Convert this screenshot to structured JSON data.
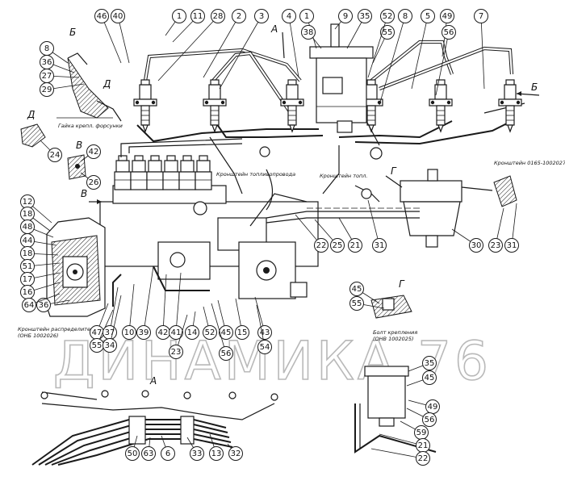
{
  "watermark": "ДИНАМИКА 76",
  "section_letters": {
    "a_top": "А",
    "b_left": "Б",
    "d_left": "Д",
    "d_mid": "Д",
    "v_mid": "В",
    "v_left": "В",
    "b_right": "Б",
    "g_mid": "Г",
    "g_lower": "Г",
    "a_bottom": "А"
  },
  "notes": {
    "bracket_fuel": "Кронштейн топливопровода",
    "bracket_nozzle": "Кронштейн топл.",
    "bracket_top_right": "Кронштейн 0165-1002027",
    "mount_bolt": "Болт крепления",
    "mount_bolt_code": "(ОНВ 1002025)",
    "bracket_bottom_left": "Кронштейн распределителя",
    "bracket_bottom_left_code": "(ОНБ 1002026)",
    "nozzle_clamp": "Гайка крепл. форсунки"
  },
  "callouts": [
    {
      "id": "c46a",
      "text": "46"
    },
    {
      "id": "c40a",
      "text": "40"
    },
    {
      "id": "c1a",
      "text": "1"
    },
    {
      "id": "c11a",
      "text": "11"
    },
    {
      "id": "c28a",
      "text": "28"
    },
    {
      "id": "c2a",
      "text": "2"
    },
    {
      "id": "c3a",
      "text": "3"
    },
    {
      "id": "c4a",
      "text": "4"
    },
    {
      "id": "c1b",
      "text": "1"
    },
    {
      "id": "c38a",
      "text": "38"
    },
    {
      "id": "c9a",
      "text": "9"
    },
    {
      "id": "c35a",
      "text": "35"
    },
    {
      "id": "c55a",
      "text": "55"
    },
    {
      "id": "c52a",
      "text": "52"
    },
    {
      "id": "c8a",
      "text": "8"
    },
    {
      "id": "c5a",
      "text": "5"
    },
    {
      "id": "c49a",
      "text": "49"
    },
    {
      "id": "c56a",
      "text": "56"
    },
    {
      "id": "c7a",
      "text": "7"
    },
    {
      "id": "c8b",
      "text": "8"
    },
    {
      "id": "c36a",
      "text": "36"
    },
    {
      "id": "c27a",
      "text": "27"
    },
    {
      "id": "c29a",
      "text": "29"
    },
    {
      "id": "c24a",
      "text": "24"
    },
    {
      "id": "c42a",
      "text": "42"
    },
    {
      "id": "c26a",
      "text": "26"
    },
    {
      "id": "c12a",
      "text": "12"
    },
    {
      "id": "c18a",
      "text": "18"
    },
    {
      "id": "c48a",
      "text": "48"
    },
    {
      "id": "c44a",
      "text": "44"
    },
    {
      "id": "c18b",
      "text": "18"
    },
    {
      "id": "c51a",
      "text": "51"
    },
    {
      "id": "c17a",
      "text": "17"
    },
    {
      "id": "c16a",
      "text": "16"
    },
    {
      "id": "c64a",
      "text": "64"
    },
    {
      "id": "c36b",
      "text": "36"
    },
    {
      "id": "c22a",
      "text": "22"
    },
    {
      "id": "c25a",
      "text": "25"
    },
    {
      "id": "c21a",
      "text": "21"
    },
    {
      "id": "c31a",
      "text": "31"
    },
    {
      "id": "c30a",
      "text": "30"
    },
    {
      "id": "c23a",
      "text": "23"
    },
    {
      "id": "c31b",
      "text": "31"
    },
    {
      "id": "c47a",
      "text": "47"
    },
    {
      "id": "c55b",
      "text": "55"
    },
    {
      "id": "c37a",
      "text": "37"
    },
    {
      "id": "c34a",
      "text": "34"
    },
    {
      "id": "c10a",
      "text": "10"
    },
    {
      "id": "c39a",
      "text": "39"
    },
    {
      "id": "c42b",
      "text": "42"
    },
    {
      "id": "c41a",
      "text": "41"
    },
    {
      "id": "c23b",
      "text": "23"
    },
    {
      "id": "c14a",
      "text": "14"
    },
    {
      "id": "c52b",
      "text": "52"
    },
    {
      "id": "c45a",
      "text": "45"
    },
    {
      "id": "c56b",
      "text": "56"
    },
    {
      "id": "c15a",
      "text": "15"
    },
    {
      "id": "c43a",
      "text": "43"
    },
    {
      "id": "c54a",
      "text": "54"
    },
    {
      "id": "c45b",
      "text": "45"
    },
    {
      "id": "c55c",
      "text": "55"
    },
    {
      "id": "c35b",
      "text": "35"
    },
    {
      "id": "c45c",
      "text": "45"
    },
    {
      "id": "c49b",
      "text": "49"
    },
    {
      "id": "c56c",
      "text": "56"
    },
    {
      "id": "c59a",
      "text": "59"
    },
    {
      "id": "c21b",
      "text": "21"
    },
    {
      "id": "c22b",
      "text": "22"
    },
    {
      "id": "c50a",
      "text": "50"
    },
    {
      "id": "c63a",
      "text": "63"
    },
    {
      "id": "c6a",
      "text": "6"
    },
    {
      "id": "c33a",
      "text": "33"
    },
    {
      "id": "c13a",
      "text": "13"
    },
    {
      "id": "c32a",
      "text": "32"
    }
  ]
}
